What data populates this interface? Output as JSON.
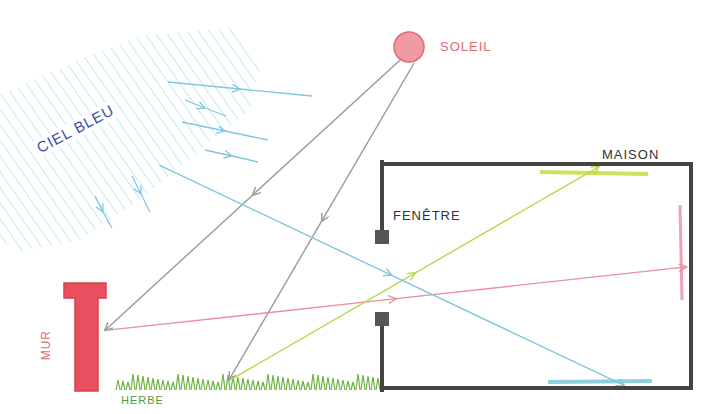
{
  "diagram": {
    "nodes": [
      {
        "text": [
          "CIEL BLEU"
        ]
      },
      {
        "text": [
          "SOLEIL"
        ]
      },
      {
        "text": [
          "MAISON"
        ]
      },
      {
        "text": [
          "MUR"
        ]
      },
      {
        "text": [
          "HERBE"
        ]
      }
    ],
    "edges": [
      {
        "from": 1,
        "to": 3,
        "arrow": "to"
      },
      {
        "from": 1,
        "to": 4,
        "arrow": "to"
      },
      {
        "from": 3,
        "to": 2,
        "arrow": "to"
      },
      {
        "from": 4,
        "to": 2,
        "arrow": "to"
      },
      {
        "from": 0,
        "to": 2,
        "arrow": "to"
      }
    ],
    "labels": [
      "FENÊTRE"
    ]
  }
}
